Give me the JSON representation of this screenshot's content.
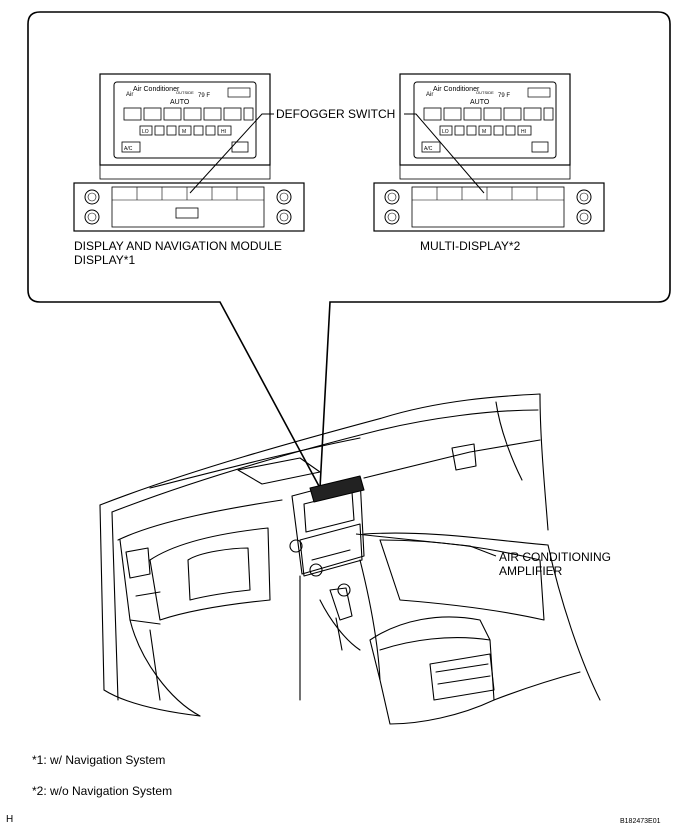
{
  "callout": {
    "defogger_switch": "DEFOGGER SWITCH",
    "display_nav_module": "DISPLAY AND NAVIGATION MODULE\nDISPLAY*1",
    "multi_display": "MULTI-DISPLAY*2",
    "air_conditioning_amplifier": "AIR CONDITIONING\nAMPLIFIER"
  },
  "panel": {
    "title": "Air Conditioner",
    "outside_temp_label": "OUTSIDE TEMP",
    "outside_temp_value": "79 F",
    "auto": "AUTO",
    "fan_lo": "LO",
    "fan_m": "M",
    "fan_hi": "HI",
    "ac": "A/C"
  },
  "notes": {
    "note1": "*1: w/ Navigation System",
    "note2": "*2: w/o Navigation System"
  },
  "corner": {
    "left": "H",
    "right": "B182473E01"
  }
}
